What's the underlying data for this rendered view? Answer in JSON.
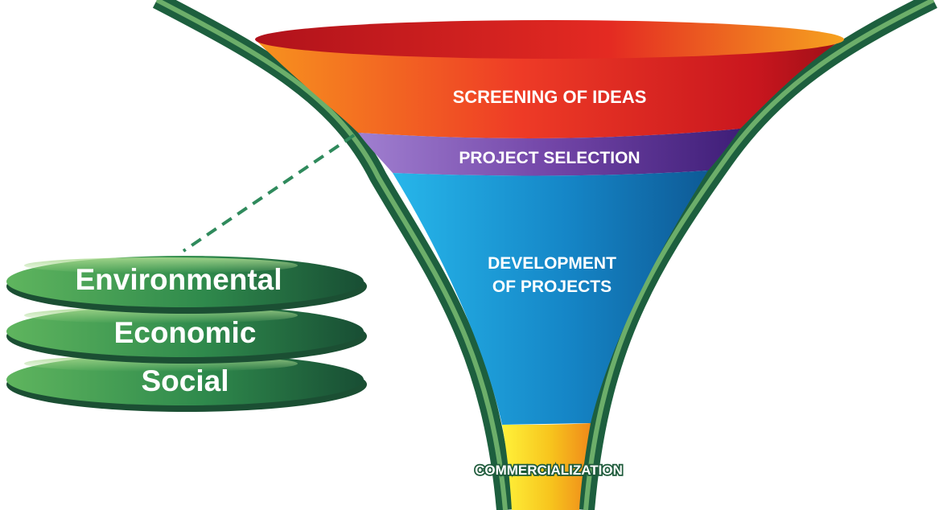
{
  "funnel": {
    "stages": [
      {
        "label": "SCREENING OF IDEAS"
      },
      {
        "label": "PROJECT SELECTION"
      },
      {
        "label": "DEVELOPMENT",
        "label_line2": "OF PROJECTS"
      },
      {
        "label": "COMMERCIALIZATION"
      }
    ]
  },
  "criteria": {
    "items": [
      {
        "label": "Environmental"
      },
      {
        "label": "Economic"
      },
      {
        "label": "Social"
      }
    ]
  },
  "colors": {
    "outline": "#1d5f3e",
    "outline_light": "#6cae6a",
    "screening": "#e8332a",
    "selection": "#6f3fa0",
    "development": "#1a8fd0",
    "commercialization": "#f5c21b",
    "disc": "#2f8a4c"
  }
}
